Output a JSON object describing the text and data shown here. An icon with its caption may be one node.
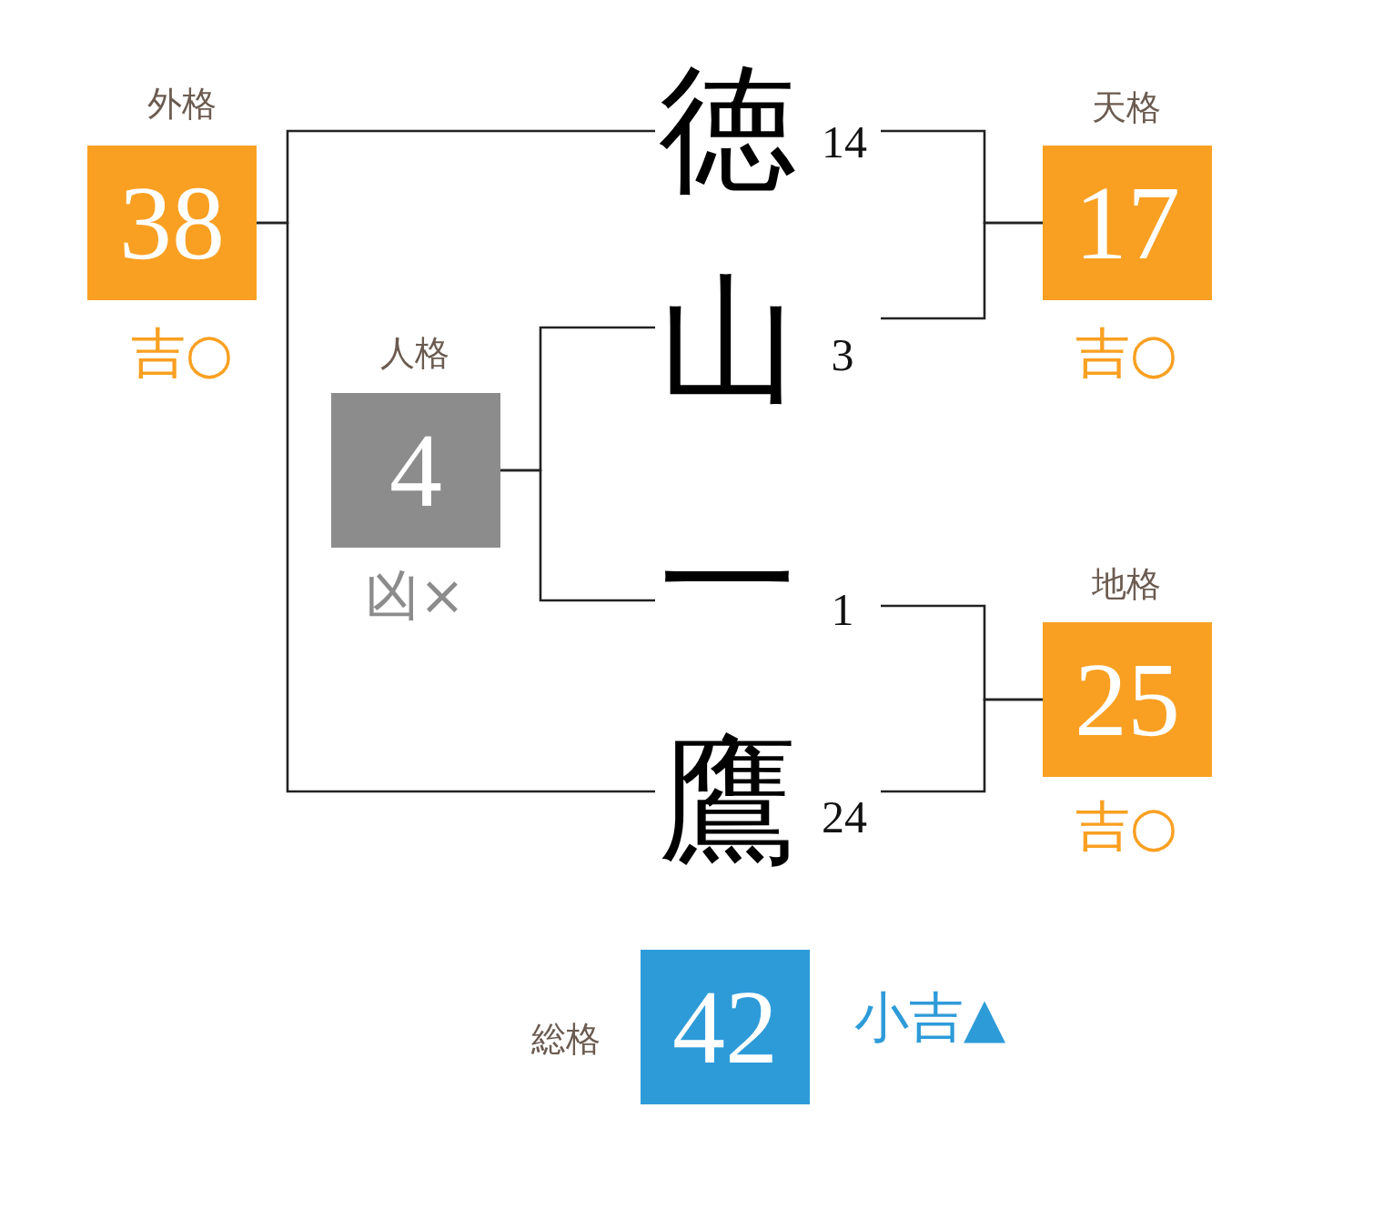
{
  "diagram": {
    "nodes": [
      {
        "text": [
          "外格",
          "38"
        ],
        "beside": [
          "吉○"
        ]
      },
      {
        "text": [
          "徳"
        ],
        "beside": [
          "14"
        ]
      },
      {
        "text": [
          "天格",
          "17"
        ],
        "beside": [
          "吉○"
        ]
      },
      {
        "text": [
          "山"
        ],
        "beside": [
          "3"
        ]
      },
      {
        "text": [
          "人格",
          "4"
        ],
        "beside": [
          "凶×"
        ]
      },
      {
        "text": [
          "一"
        ],
        "beside": [
          "1"
        ]
      },
      {
        "text": [
          "地格",
          "25"
        ],
        "beside": [
          "吉○"
        ]
      },
      {
        "text": [
          "鷹"
        ],
        "beside": [
          "24"
        ]
      },
      {
        "text": [
          "総格",
          "42"
        ],
        "beside": [
          "小吉▲"
        ]
      }
    ],
    "edges": [
      {
        "from": 0,
        "to": 1,
        "arrow": "none"
      },
      {
        "from": 0,
        "to": 7,
        "arrow": "none"
      },
      {
        "from": 2,
        "to": 1,
        "arrow": "none"
      },
      {
        "from": 2,
        "to": 3,
        "arrow": "none"
      },
      {
        "from": 4,
        "to": 3,
        "arrow": "none"
      },
      {
        "from": 4,
        "to": 5,
        "arrow": "none"
      },
      {
        "from": 6,
        "to": 5,
        "arrow": "none"
      },
      {
        "from": 6,
        "to": 7,
        "arrow": "none"
      }
    ]
  }
}
